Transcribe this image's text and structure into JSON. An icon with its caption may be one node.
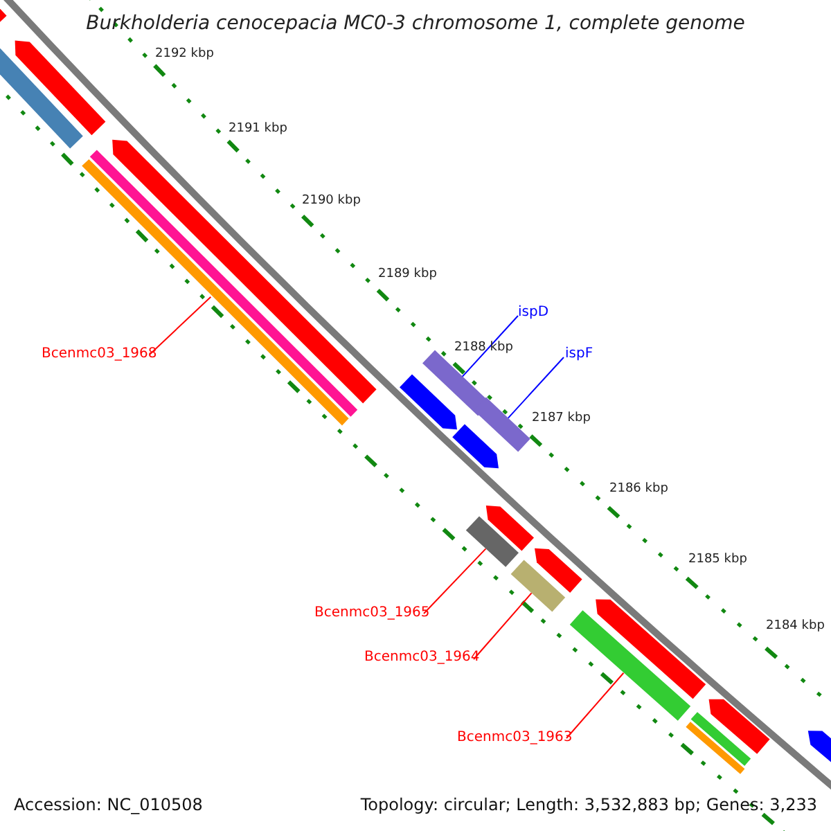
{
  "diagram": {
    "title": "Burkholderia cenocepacia MC0-3 chromosome 1, complete genome",
    "nodes": [
      {
        "text": [
          "ispD"
        ]
      },
      {
        "text": [],
        "shape": "bar"
      },
      {
        "text": [
          "ispF"
        ]
      },
      {
        "text": [],
        "shape": "bar"
      },
      {
        "text": [
          "Bcenmc03_1968"
        ]
      },
      {
        "text": [],
        "shape": "bar"
      },
      {
        "text": [
          "Bcenmc03_1965"
        ]
      },
      {
        "text": [],
        "shape": "bar"
      },
      {
        "text": [
          "Bcenmc03_1964"
        ]
      },
      {
        "text": [],
        "shape": "bar"
      },
      {
        "text": [
          "Bcenmc03_1963"
        ]
      },
      {
        "text": [],
        "shape": "bar"
      },
      {
        "text": [],
        "shape": "arrow"
      },
      {
        "text": [],
        "shape": "arrow"
      },
      {
        "text": [],
        "shape": "bar"
      },
      {
        "text": [],
        "shape": "arrow"
      },
      {
        "text": [],
        "shape": "bar"
      },
      {
        "text": [],
        "shape": "arrow"
      },
      {
        "text": [],
        "shape": "arrow"
      },
      {
        "text": [],
        "shape": "arrow"
      },
      {
        "text": [],
        "shape": "arrow"
      },
      {
        "text": [],
        "shape": "arrow"
      },
      {
        "text": [],
        "shape": "arrow"
      },
      {
        "text": [],
        "shape": "bar"
      },
      {
        "text": [],
        "shape": "bar"
      },
      {
        "text": [],
        "shape": "arrow"
      }
    ],
    "edges": [
      {
        "from": 0,
        "to": 1,
        "arrow": "none",
        "color": "#0000ff"
      },
      {
        "from": 2,
        "to": 3,
        "arrow": "none",
        "color": "#0000ff"
      },
      {
        "from": 4,
        "to": 5,
        "arrow": "none"
      },
      {
        "from": 6,
        "to": 7,
        "arrow": "none"
      },
      {
        "from": 8,
        "to": 9,
        "arrow": "none"
      },
      {
        "from": 10,
        "to": 11,
        "arrow": "none"
      }
    ],
    "labels": [
      "2192 kbp",
      "2191 kbp",
      "2190 kbp",
      "2189 kbp",
      "2188 kbp",
      "2187 kbp",
      "2186 kbp",
      "2185 kbp",
      "2184 kbp",
      "Accession: NC_010508",
      "Topology: circular; Length: 3,532,883 bp; Genes: 3,233"
    ]
  }
}
